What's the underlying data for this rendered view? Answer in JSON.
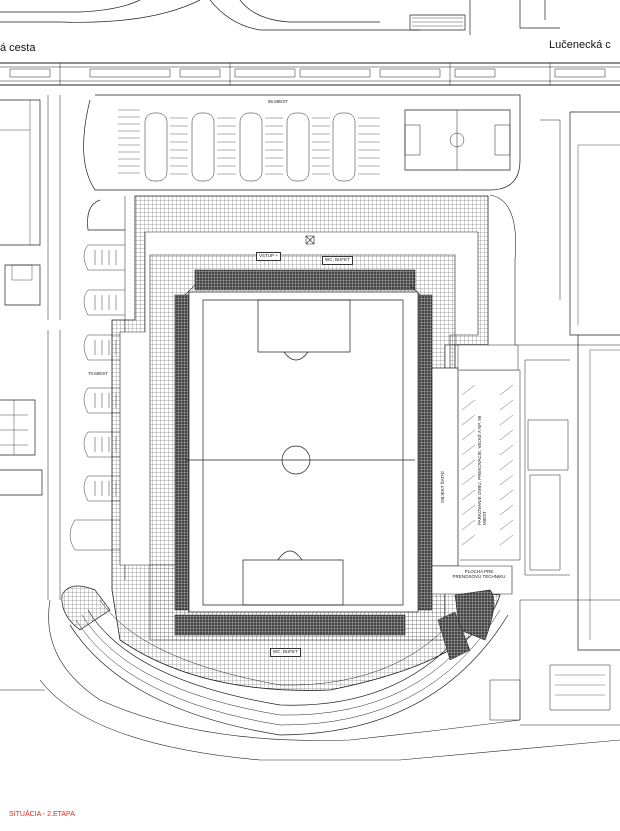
{
  "streets": {
    "left": "á cesta",
    "right": "Lučenecká c"
  },
  "labels": {
    "parking_top": "86 MIEST",
    "parking_left": "70 MIEST",
    "entrance": "VSTUP +",
    "wc_top": "WC, BUFET",
    "wc_bottom": "WC, BUFET",
    "locker": "OBJEKT ŠATNÍ",
    "transmission_area": "PLOCHA PRE PRENOSOVÚ TECHNIKU",
    "parking_right": "PARKOVANIE OVBÚ, PREKOVACIE, VEĽKÉ A NP, 96 MIEST"
  },
  "caption": "SITUÁCIA - 2.ETAPA",
  "colors": {
    "line": "#222222",
    "hatch": "#555555",
    "stand": "#333333",
    "caption": "#d03020"
  }
}
